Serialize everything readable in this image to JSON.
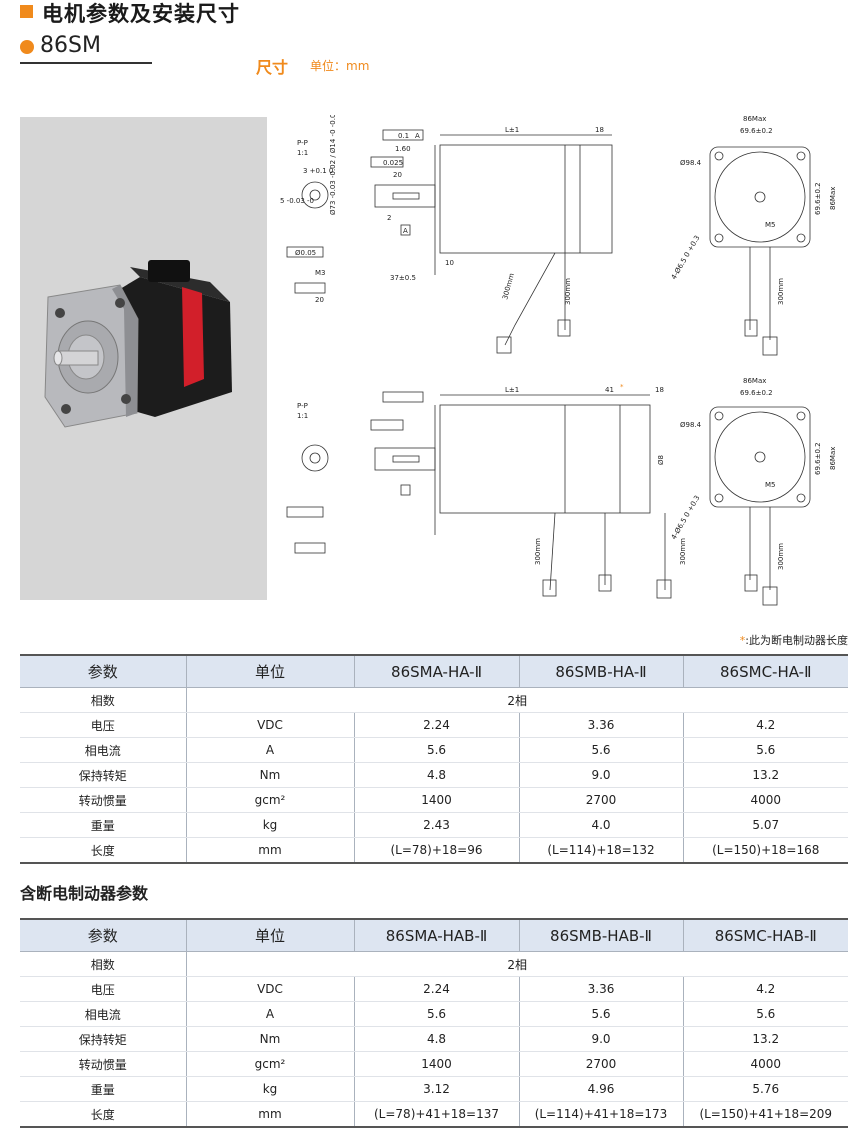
{
  "header": {
    "title": "电机参数及安装尺寸"
  },
  "model": {
    "name": "86SM"
  },
  "dimensions": {
    "title": "尺寸",
    "unit": "单位：mm"
  },
  "drawing": {
    "top_left": {
      "pp": "P-P",
      "scale": "1:1",
      "tol1": "0.1",
      "datum_a": "A",
      "d160": "1.60",
      "flat": "0.025",
      "len20": "20",
      "dia": "Ø73 -0.03 -0.02 / Ø14 -0 -0.012",
      "key_a": "A",
      "runout": "Ø0.05",
      "m3": "M3",
      "len37": "37±0.5",
      "len10": "10",
      "len20b": "20",
      "len3": "3 +0.1 0",
      "len5": "5 -0.03 -0"
    },
    "top_middle": {
      "length": "L±1",
      "length18": "18",
      "cable1": "300mm",
      "cable2": "300mm",
      "len2": "2"
    },
    "top_right": {
      "max86": "86Max",
      "pcd696": "69.6±0.2",
      "dia984": "Ø98.4",
      "side696": "69.6±0.2",
      "side86": "86Max",
      "holes": "4-Ø6.5 0 +0.3",
      "m5": "M5",
      "cable": "300mm"
    },
    "bottom_middle": {
      "length": "L±1",
      "brake41": "41",
      "star": "*",
      "length18": "18",
      "dia8": "Ø8",
      "cable1": "300mm",
      "cable2": "300mm"
    },
    "bottom_right": {
      "max86": "86Max",
      "pcd696": "69.6±0.2",
      "dia984": "Ø98.4",
      "side696": "69.6±0.2",
      "side86": "86Max",
      "holes": "4-Ø6.5 0 +0.3",
      "m5": "M5",
      "cable": "300mm"
    }
  },
  "footnote": {
    "star": "*",
    "text": ":此为断电制动器长度"
  },
  "table1": {
    "headers": [
      "参数",
      "单位",
      "86SMA-HA-Ⅱ",
      "86SMB-HA-Ⅱ",
      "86SMC-HA-Ⅱ"
    ],
    "phase_row": {
      "label": "相数",
      "value": "2相"
    },
    "rows": [
      {
        "label": "电压",
        "unit": "VDC",
        "values": [
          "2.24",
          "3.36",
          "4.2"
        ]
      },
      {
        "label": "相电流",
        "unit": "A",
        "values": [
          "5.6",
          "5.6",
          "5.6"
        ]
      },
      {
        "label": "保持转矩",
        "unit": "Nm",
        "values": [
          "4.8",
          "9.0",
          "13.2"
        ]
      },
      {
        "label": "转动惯量",
        "unit": "gcm²",
        "values": [
          "1400",
          "2700",
          "4000"
        ]
      },
      {
        "label": "重量",
        "unit": "kg",
        "values": [
          "2.43",
          "4.0",
          "5.07"
        ]
      },
      {
        "label": "长度",
        "unit": "mm",
        "values": [
          "(L=78)+18=96",
          "(L=114)+18=132",
          "(L=150)+18=168"
        ]
      }
    ]
  },
  "section2": {
    "title": "含断电制动器参数"
  },
  "table2": {
    "headers": [
      "参数",
      "单位",
      "86SMA-HAB-Ⅱ",
      "86SMB-HAB-Ⅱ",
      "86SMC-HAB-Ⅱ"
    ],
    "phase_row": {
      "label": "相数",
      "value": "2相"
    },
    "rows": [
      {
        "label": "电压",
        "unit": "VDC",
        "values": [
          "2.24",
          "3.36",
          "4.2"
        ]
      },
      {
        "label": "相电流",
        "unit": "A",
        "values": [
          "5.6",
          "5.6",
          "5.6"
        ]
      },
      {
        "label": "保持转矩",
        "unit": "Nm",
        "values": [
          "4.8",
          "9.0",
          "13.2"
        ]
      },
      {
        "label": "转动惯量",
        "unit": "gcm²",
        "values": [
          "1400",
          "2700",
          "4000"
        ]
      },
      {
        "label": "重量",
        "unit": "kg",
        "values": [
          "3.12",
          "4.96",
          "5.76"
        ]
      },
      {
        "label": "长度",
        "unit": "mm",
        "values": [
          "(L=78)+41+18=137",
          "(L=114)+41+18=173",
          "(L=150)+41+18=209"
        ]
      }
    ]
  },
  "colors": {
    "accent": "#f08a1c",
    "table_header": "#dde5f1",
    "motor_band": "#d21f2a"
  }
}
